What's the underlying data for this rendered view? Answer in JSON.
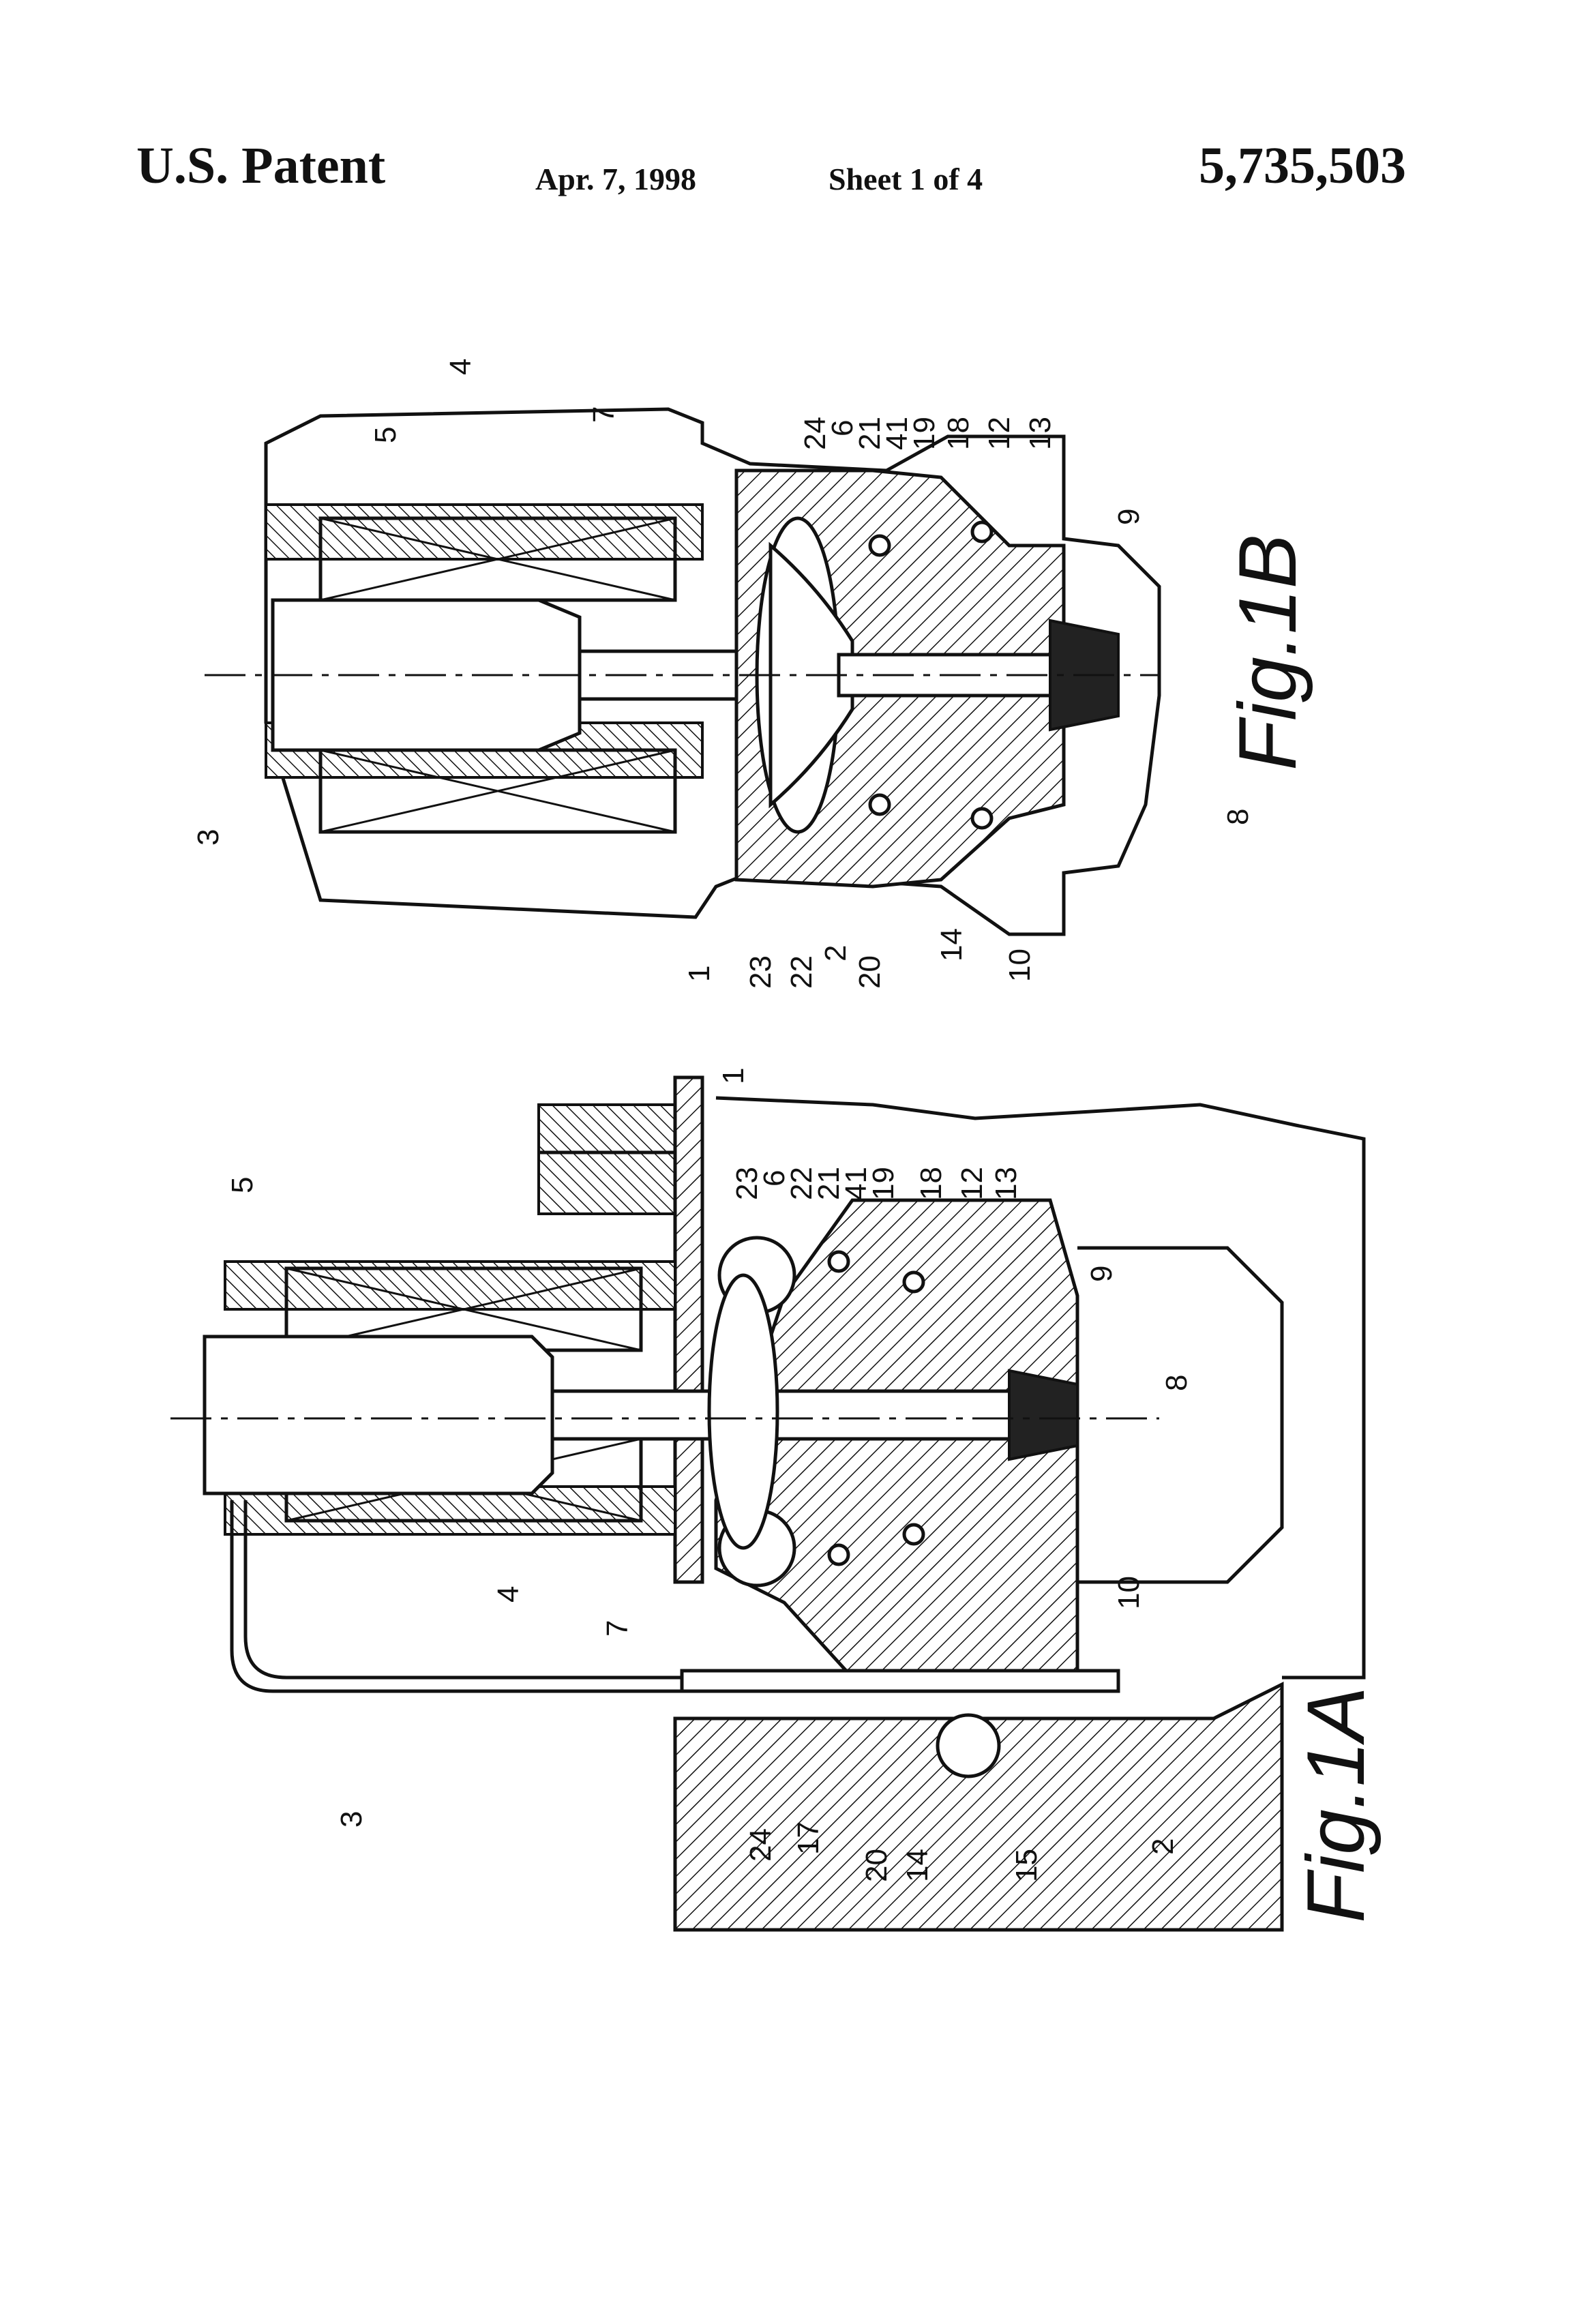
{
  "header": {
    "left": "U.S. Patent",
    "date": "Apr. 7, 1998",
    "sheet": "Sheet 1 of 4",
    "patent_number": "5,735,503"
  },
  "fig1b": {
    "title": "Fig.1B",
    "labels": {
      "l3": "3",
      "l5": "5",
      "l4": "4",
      "l7": "7",
      "l24": "24",
      "l6": "6",
      "l21": "21",
      "l41": "41",
      "l19": "19",
      "l18": "18",
      "l12": "12",
      "l13": "13",
      "l9": "9",
      "l8": "8",
      "l1": "1",
      "l23": "23",
      "l22": "22",
      "l2": "2",
      "l20": "20",
      "l14": "14",
      "l10": "10"
    }
  },
  "fig1a": {
    "title": "Fig.1A",
    "labels": {
      "l5": "5",
      "l1": "1",
      "l23": "23",
      "l6": "6",
      "l22": "22",
      "l21": "21",
      "l41": "41",
      "l19": "19",
      "l18": "18",
      "l12": "12",
      "l13": "13",
      "l9": "9",
      "l8": "8",
      "l10": "10",
      "l4": "4",
      "l7": "7",
      "l3": "3",
      "l24": "24",
      "l17": "17",
      "l20": "20",
      "l14": "14",
      "l15": "15",
      "l2": "2"
    }
  }
}
